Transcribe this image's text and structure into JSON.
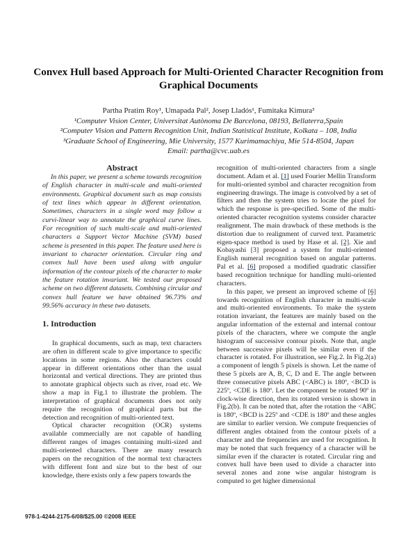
{
  "title": "Convex Hull based Approach for Multi-Oriented Character Recognition from Graphical Documents",
  "authors": "Partha Pratim Roy¹, Umapada Pal², Josep Lladós¹, Fumitaka Kimura³",
  "affiliations": [
    "¹Computer Vision Center, Universitat Autònoma De Barcelona, 08193, Bellaterra,Spain",
    "²Computer Vision and Pattern Recognition Unit, Indian Statistical Institute, Kolkata – 108, India",
    "³Graduate School of Engineering, Mie University, 1577 Kurimamachiya, Mie 514-8504, Japan",
    "Email: partha@cvc.uab.es"
  ],
  "abstract": {
    "heading": "Abstract",
    "text": "In this paper, we present a scheme towards recognition of English character in multi-scale and multi-oriented environments. Graphical document such as map consists of text lines which appear in different orientation. Sometimes, characters in a single word may follow a curvi-linear way to annotate the graphical curve lines. For recognition of such multi-scale and multi-oriented characters a Support Vector Machine (SVM) based scheme is presented in this paper. The feature used here is invariant to character orientation. Circular ring and convex hull have been used along with angular information of the contour pixels of the character to make the feature rotation invariant. We tested our proposed scheme on two different datasets. Combining circular and convex hull feature we have obtained 96.73% and 99.56% accuracy in these two datasets."
  },
  "introduction": {
    "heading": "1. Introduction",
    "p1": "In graphical documents, such as map, text characters are often in different scale to give importance to specific locations in some regions. Also the characters could appear in different orientations other than the usual horizontal and vertical directions. They are printed thus to annotate graphical objects such as river, road etc. We show a map in Fig.1 to illustrate the problem. The interpretation of graphical documents does not only require the recognition of graphical parts but the detection and recognition of multi-oriented text.",
    "p2": "Optical character recognition (OCR) systems available commercially are not capable of handling different ranges of images containing multi-sized and multi-oriented characters. There are many research papers on the recognition of the normal text characters with different font and size but to the best of our knowledge, there exists only a few papers towards the",
    "p3_a": "recognition of multi-oriented characters from a single document. Adam et al. ",
    "cite1": "[1]",
    "p3_b": " used Fourier Mellin Transform for multi-oriented symbol and character recognition from engineering drawings. The image is convolved by a set of filters and then the system tries to locate the pixel for which the response is pre-specified. Some of the multi-oriented character recognition systems consider character realignment. The main drawback of these methods is the distortion due to realignment of curved text. Parametric eigen-space method is used by Hase et al. ",
    "cite2": "[2]",
    "p3_c": ". Xie and Kobayashi [3] proposed a system for multi-oriented English numeral recognition based on angular patterns. Pal et al. ",
    "cite3": "[6]",
    "p3_d": " proposed a modified quadratic classifier based recognition technique for handling multi-oriented characters.",
    "p4_a": "In this paper, we present an improved scheme of ",
    "cite4": "[6]",
    "p4_b": " towards recognition of English character in multi-scale and multi-oriented environments. To make the system rotation invariant, the features are mainly based on the angular information of the external and internal contour pixels of the characters, where we compute the angle histogram of successive contour pixels. Note that, angle between successive pixels will be similar even if the character is rotated. For illustration, see Fig.2. In Fig.2(a) a component of length 5 pixels is shown. Let the name of these 5 pixels are A, B, C, D and E. The angle between three consecutive pixels ABC (<ABC) is 180º, <BCD is 225º, <CDE is 180º. Let the component be rotated 90º in clock-wise direction, then its rotated version is shown in Fig.2(b). It can be noted that, after the rotation the <ABC is 180º, <BCD is 225º and <CDE is 180º and these angles are similar to earlier version. We compute frequencies of different angles obtained from the contour pixels of a character and the frequencies are used for recognition. It may be noted that such frequency of a character will be similar even if the character is rotated. Circular ring and convex hull have been used to divide a character into several zones and zone wise angular histogram is computed to get higher dimensional"
  },
  "footer": "978-1-4244-2175-6/08/$25.00 ©2008 IEEE"
}
